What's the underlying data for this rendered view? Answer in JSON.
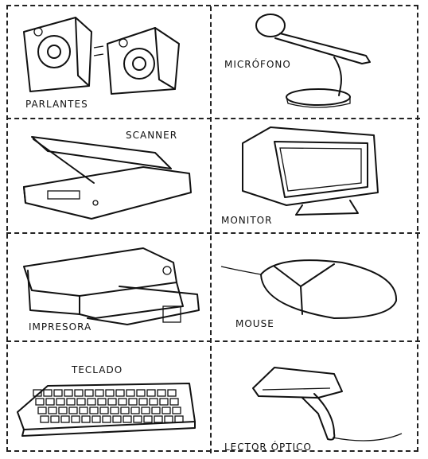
{
  "labels": {
    "parlantes": "PARLANTES",
    "microfono": "MICRÓFONO",
    "scanner": "SCANNER",
    "monitor": "MONITOR",
    "impresora": "IMPRESORA",
    "mouse": "MOUSE",
    "teclado": "TECLADO",
    "lector_optico": "LECTOR ÓPTICO"
  }
}
